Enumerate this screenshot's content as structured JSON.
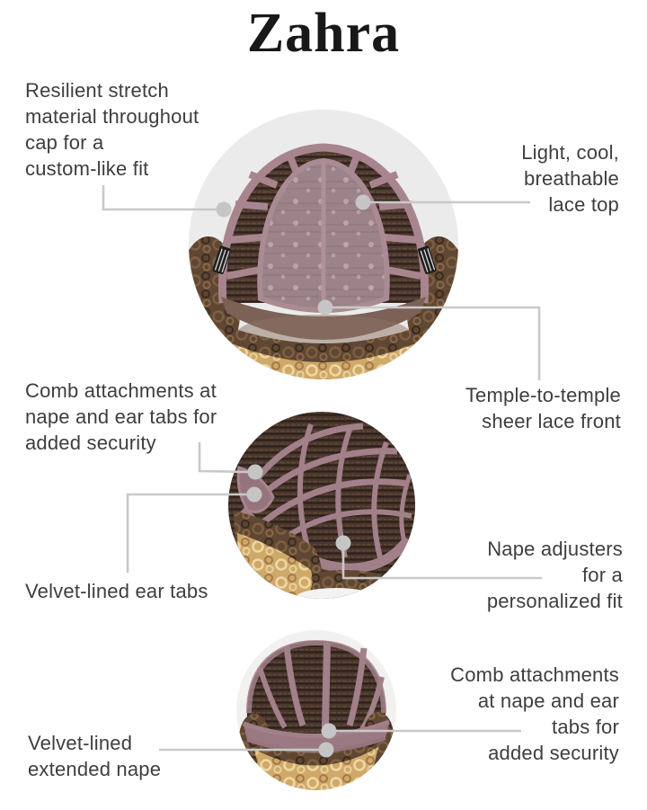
{
  "title": "Zahra",
  "colors": {
    "label_text": "#3e3e3e",
    "leader_line": "#c9c9c9",
    "leader_dot": "#c5c5c5",
    "lace_mauve": "#9c8289",
    "strap_mauve": "#a2808a",
    "hair_dark_brown": "#4e3a30",
    "hair_blonde": "#cfa968",
    "velvet_brown": "#7b6156",
    "circle_background": "#ebebeb"
  },
  "callouts": {
    "resilient_stretch": {
      "lines": [
        "Resilient stretch",
        "material throughout",
        "cap for a",
        "custom-like fit"
      ]
    },
    "lace_top": {
      "lines": [
        "Light, cool,",
        "breathable",
        "lace top"
      ]
    },
    "comb_attachments_mid": {
      "lines": [
        "Comb attachments at",
        "nape and ear tabs for",
        "added security"
      ]
    },
    "temple_lace_front": {
      "lines": [
        "Temple-to-temple",
        "sheer lace front"
      ]
    },
    "velvet_ear_tabs": {
      "lines": [
        "Velvet-lined ear tabs"
      ]
    },
    "nape_adjusters": {
      "lines": [
        "Nape adjusters",
        "for a",
        "personalized fit"
      ]
    },
    "velvet_extended_nape": {
      "lines": [
        "Velvet-lined",
        "extended nape"
      ]
    },
    "comb_attachments_bottom": {
      "lines": [
        "Comb attachments",
        "at nape and ear",
        "tabs for",
        "added security"
      ]
    }
  }
}
